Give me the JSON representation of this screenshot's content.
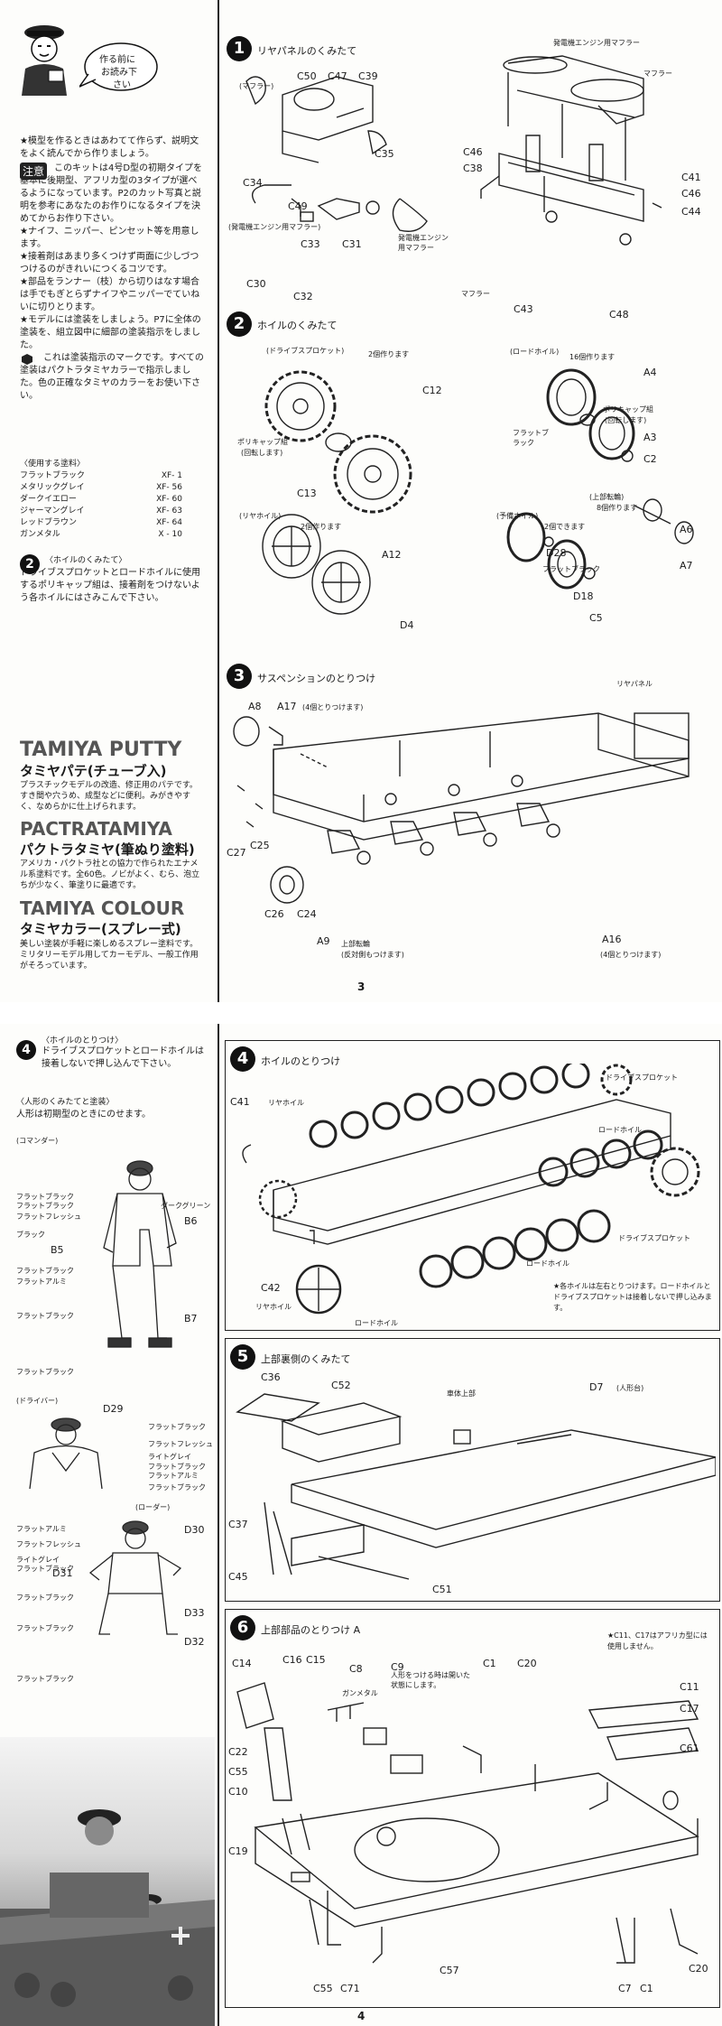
{
  "page3": {
    "page_number": "3",
    "speech_bubble": [
      "作る前に",
      "お読み下",
      "さい"
    ],
    "notes": [
      "★模型を作るときはあわてて作らず、説明文をよく読んでから作りましょう。",
      "このキットは4号D型の初期タイプを基本に後期型、アフリカ型の3タイプが選べるようになっています。P2のカット写真と説明を参考にあなたのお作りになるタイプを決めてからお作り下さい。",
      "★ナイフ、ニッパー、ピンセット等を用意します。",
      "★接着剤はあまり多くつけず両面に少しづつつけるのがきれいにつくるコツです。",
      "★部品をランナー（枝）から切りはなす場合は手でもぎとらずナイフやニッパーでていねいに切りとります。",
      "★モデルには塗装をしましょう。P7に全体の塗装を、組立図中に細部の塗装指示をしました。",
      "これは塗装指示のマークです。すべての塗装はパクトラタミヤカラーで指示しました。色の正確なタミヤのカラーをお使い下さい。"
    ],
    "caution_label": "注意",
    "paints_title": "〈使用する塗料〉",
    "paints": [
      {
        "name": "フラットブラック",
        "code": "XF- 1"
      },
      {
        "name": "メタリックグレイ",
        "code": "XF- 56"
      },
      {
        "name": "ダークイエロー",
        "code": "XF- 60"
      },
      {
        "name": "ジャーマングレイ",
        "code": "XF- 63"
      },
      {
        "name": "レッドブラウン",
        "code": "XF- 64"
      },
      {
        "name": "ガンメタル",
        "code": "X - 10"
      }
    ],
    "step2_note_title": "〈ホイルのくみたて〉",
    "step2_note": "ドライブスプロケットとロードホイルに使用するポリキャップ組は、接着剤をつけないよう各ホイルにはさみこんで下さい。",
    "brands": [
      {
        "name": "TAMIYA PUTTY",
        "sub": "タミヤパテ(チューブ入)",
        "desc": "プラスチックモデルの改造、修正用のパテです。すき間や穴うめ、成型などに便利。みがきやすく、なめらかに仕上げられます。"
      },
      {
        "name": "PACTRATAMIYA",
        "sub": "パクトラタミヤ(筆ぬり塗料)",
        "desc": "アメリカ・パクトラ社との協力で作られたエナメル系塗料です。全60色。ノビがよく、むら、泡立ちが少なく、筆塗りに最適です。"
      },
      {
        "name": "TAMIYA COLOUR",
        "sub": "タミヤカラー(スプレー式)",
        "desc": "美しい塗装が手軽に楽しめるスプレー塗料です。ミリタリーモデル用してカーモデル、一般工作用がそろっています。"
      }
    ],
    "step1": {
      "num": "1",
      "title": "リヤパネルのくみたて",
      "labels": {
        "muffler": "(マフラー)",
        "gen_muffler": "発電機エンジン用マフラー",
        "muffler2": "マフラー",
        "gen_muffler_sm": "(発電機エンジン用マフラー)",
        "gen_muffler_sm2": "発電機エンジン用マフラー",
        "muffler3": "マフラー"
      },
      "parts": [
        "C50",
        "C47",
        "C39",
        "C34",
        "C35",
        "C49",
        "C33",
        "C31",
        "C30",
        "C32",
        "C46",
        "C38",
        "C41",
        "C46",
        "C44",
        "C43",
        "C48"
      ]
    },
    "step2": {
      "num": "2",
      "title": "ホイルのくみたて",
      "labels": {
        "drive": "(ドライブスプロケット)",
        "two": "2個作ります",
        "road": "(ロードホイル)",
        "sixteen": "16個作ります",
        "polycap": "ポリキャップ組",
        "polycap_note": "(回転します)",
        "flat_black": "フラットブラック",
        "polycap_l": "ポリキャップ組",
        "polycap_l_note": "(回転します)",
        "rear": "(リヤホイル)",
        "two2": "2個作ります",
        "spare": "(予備ホイル)",
        "two3": "2個できます",
        "flat_black2": "フラットブラック",
        "return": "(上部転輪)",
        "eight": "8個作ります"
      },
      "parts": [
        "C12",
        "C13",
        "A4",
        "A3",
        "C2",
        "A12",
        "D4",
        "D28",
        "D18",
        "C5",
        "A6",
        "A7"
      ]
    },
    "step3": {
      "num": "3",
      "title": "サスペンションのとりつけ",
      "labels": {
        "rear_panel": "リヤパネル",
        "a17_note": "(4個とりつけます)",
        "return_roller": "上部転輪",
        "return_roller_note": "(反対側もつけます)",
        "a16_note": "(4個とりつけます)"
      },
      "parts": [
        "A8",
        "A17",
        "C27",
        "C25",
        "C26",
        "C24",
        "A9",
        "A16"
      ]
    }
  },
  "page4": {
    "page_number": "4",
    "step4_note_title": "〈ホイルのとりつけ〉",
    "step4_note": "ドライブスプロケットとロードホイルは接着しないで押し込んで下さい。",
    "figures_title": "〈人形のくみたてと塗装〉",
    "figures_note": "人形は初期型のときにのせます。",
    "commander": {
      "title": "(コマンダー)",
      "colors": [
        "フラットブラック",
        "フラットブラック",
        "フラットフレッシュ",
        "ブラック",
        "フラットブラック",
        "フラットアルミ",
        "フラットブラック",
        "フラットブラック"
      ],
      "dark_green": "ダークグリーン",
      "parts": [
        "B6",
        "B5",
        "B7"
      ]
    },
    "driver": {
      "title": "(ドライバー)",
      "colors": [
        "フラットブラック",
        "フラットフレッシュ",
        "ライトグレイ",
        "フラットブラック",
        "フラットアルミ",
        "フラットブラック"
      ],
      "parts": [
        "D29"
      ]
    },
    "loader": {
      "title": "(ローダー)",
      "colors": [
        "フラットアルミ",
        "フラットフレッシュ",
        "ライトグレイ",
        "フラットブラック",
        "フラットブラック",
        "フラットブラック",
        "フラットブラック"
      ],
      "parts": [
        "D30",
        "D31",
        "D33",
        "D32"
      ]
    },
    "step4": {
      "num": "4",
      "title": "ホイルのとりつけ",
      "labels": {
        "drive_top": "ドライブスプロケット",
        "rear_wheel": "リヤホイル",
        "road_wheel": "ロードホイル",
        "drive_right": "ドライブスプロケット",
        "road_wheel2": "ロードホイル",
        "rear_wheel2": "リヤホイル"
      },
      "note": "★各ホイルは左右とりつけます。ロードホイルとドライブスプロケットは接着しないで押し込みます。",
      "parts": [
        "C41",
        "C42"
      ]
    },
    "step5": {
      "num": "5",
      "title": "上部裏側のくみたて",
      "labels": {
        "upper_hull": "車体上部",
        "d7_note": "(人形台)"
      },
      "parts": [
        "C36",
        "C52",
        "D7",
        "C37",
        "C45",
        "C51"
      ]
    },
    "step6": {
      "num": "6",
      "title": "上部部品のとりつけ A",
      "note": "★C11、C17はアフリカ型には使用しません。",
      "labels": {
        "gunmetal": "ガンメタル",
        "fig_note": "人形をつける時は開いた状態にします。"
      },
      "parts": [
        "C14",
        "C16",
        "C15",
        "C8",
        "C9",
        "C1",
        "C20",
        "C11",
        "C17",
        "C22",
        "C55",
        "C10",
        "C61",
        "C19",
        "C55",
        "C71",
        "C57",
        "C7",
        "C1",
        "C20"
      ]
    }
  }
}
